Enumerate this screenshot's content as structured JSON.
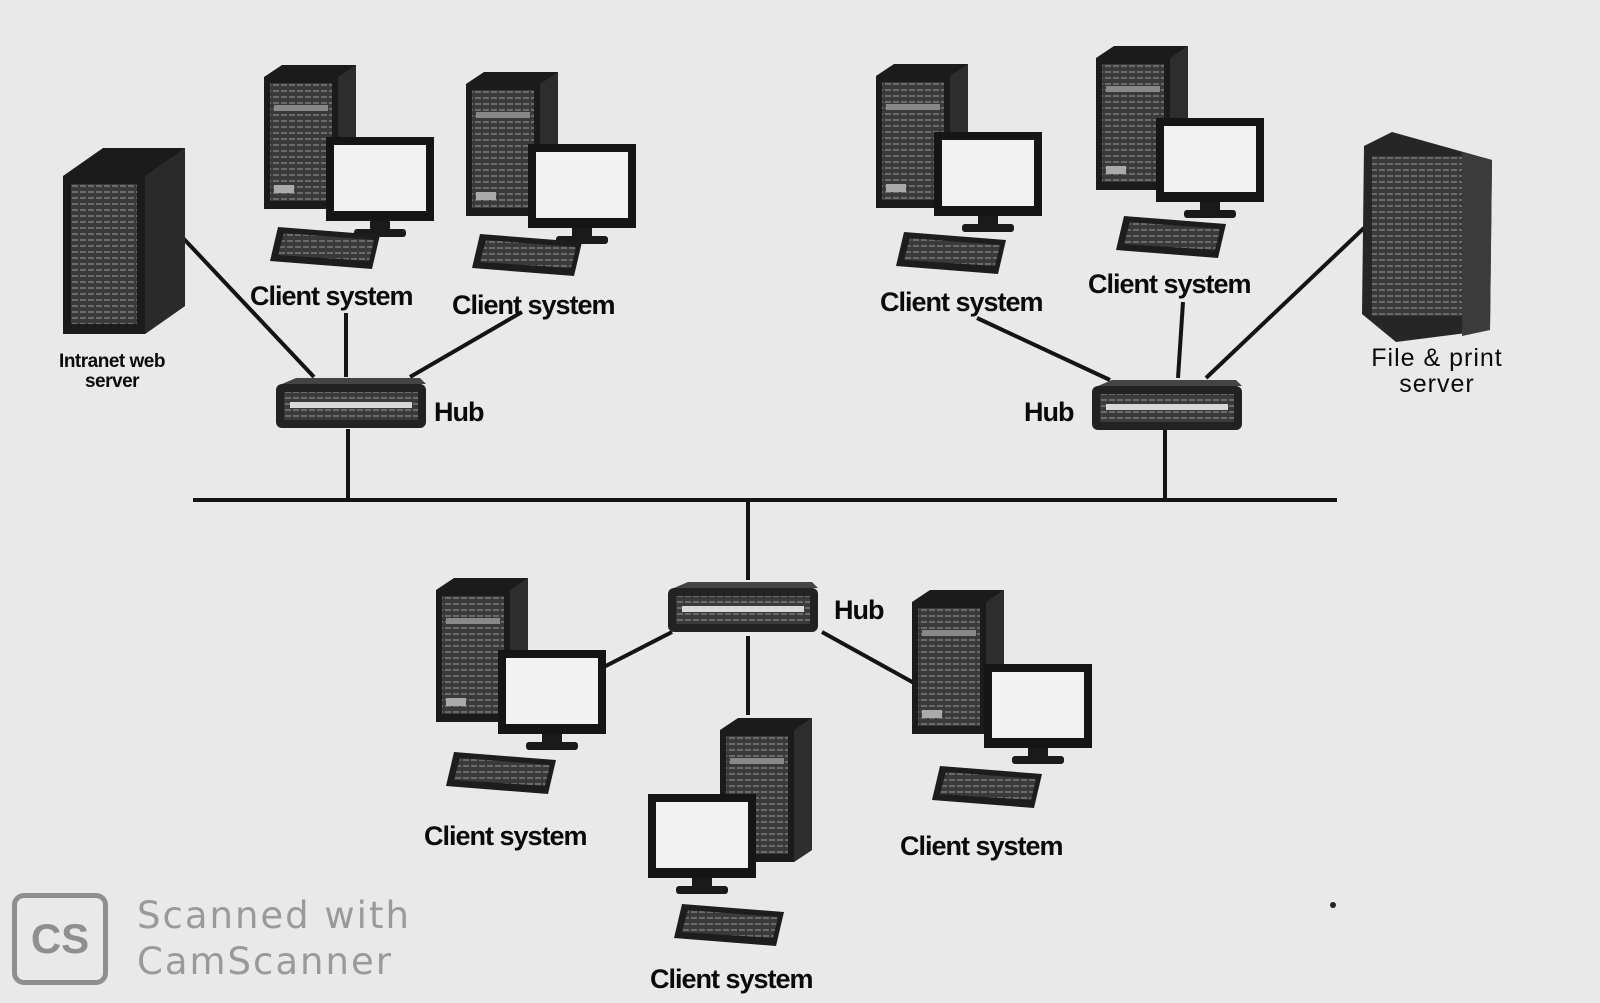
{
  "labels": {
    "intranet_web_server": "Intranet web server",
    "client_tl1": "Client system",
    "client_tl2": "Client system",
    "hub_left": "Hub",
    "client_tr1": "Client system",
    "client_tr2": "Client system",
    "file_print_server": "File & print server",
    "hub_right": "Hub",
    "hub_bottom": "Hub",
    "client_b1": "Client system",
    "client_b2": "Client system",
    "client_b3": "Client system"
  },
  "watermark": {
    "logo": "CS",
    "line1": "Scanned with",
    "line2": "CamScanner"
  },
  "colors": {
    "background": "#e9e9e9",
    "ink": "#111111",
    "watermark": "#9a9a9a"
  }
}
